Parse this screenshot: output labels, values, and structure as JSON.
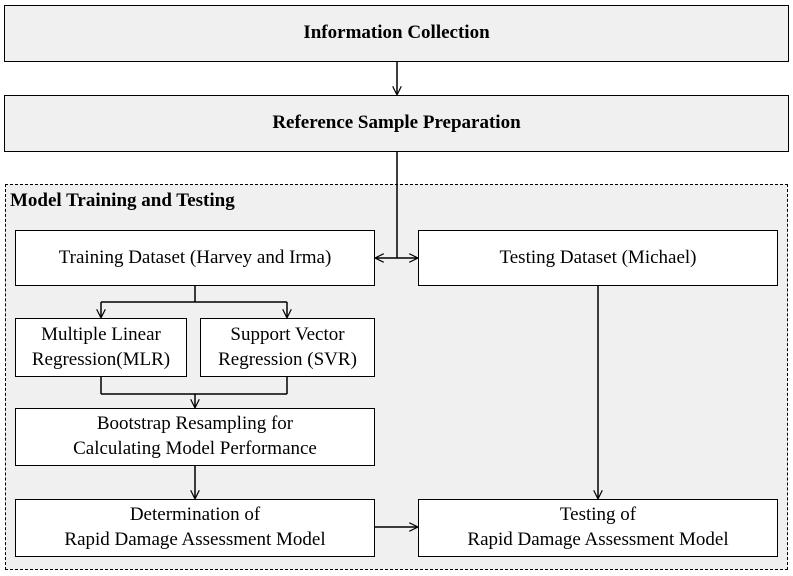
{
  "steps": {
    "information_collection": "Information Collection",
    "reference_sample_preparation": "Reference Sample Preparation"
  },
  "group": {
    "title": "Model Training and Testing",
    "training_dataset": "Training Dataset (Harvey and Irma)",
    "testing_dataset": "Testing Dataset (Michael)",
    "mlr": [
      "Multiple Linear",
      "Regression(MLR)"
    ],
    "svr": [
      "Support Vector",
      "Regression (SVR)"
    ],
    "bootstrap": [
      "Bootstrap Resampling for",
      "Calculating Model Performance"
    ],
    "determination": [
      "Determination of",
      "Rapid Damage Assessment Model"
    ],
    "testing_model": [
      "Testing of",
      "Rapid Damage Assessment Model"
    ]
  }
}
